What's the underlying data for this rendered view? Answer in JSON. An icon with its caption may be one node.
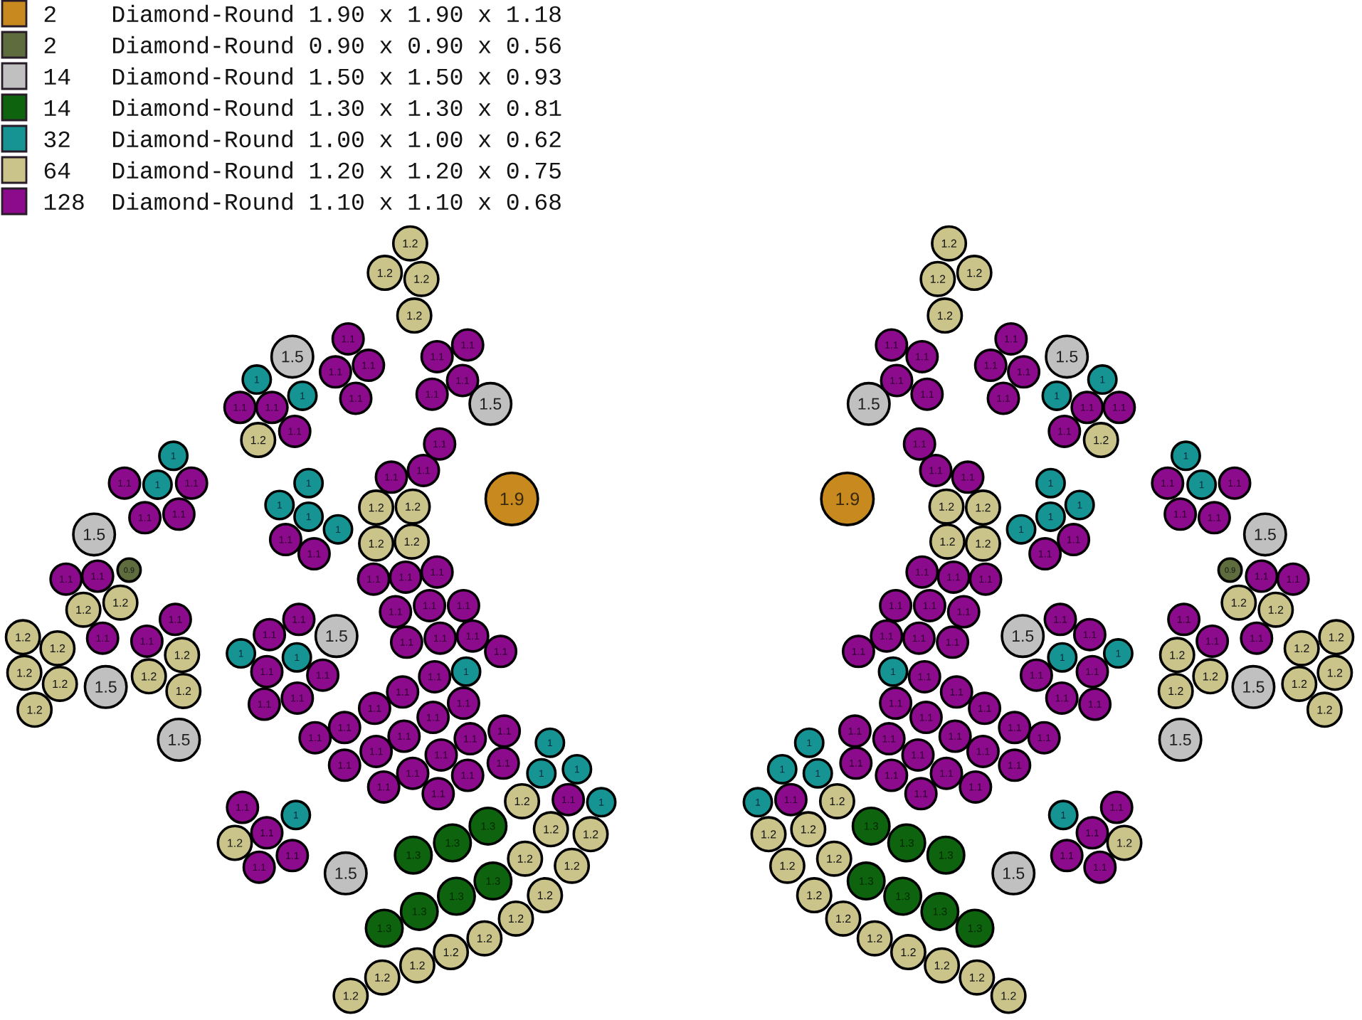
{
  "diagram": {
    "nodes": [
      {
        "text": [
          "1.9"
        ]
      },
      {
        "text": [
          "0.9"
        ]
      },
      {
        "text": [
          "1.5"
        ]
      },
      {
        "text": [
          "1.5"
        ]
      },
      {
        "text": [
          "1.5"
        ]
      },
      {
        "text": [
          "1.5"
        ]
      },
      {
        "text": [
          "1.5"
        ]
      },
      {
        "text": [
          "1.5"
        ]
      },
      {
        "text": [
          "1.5"
        ]
      },
      {
        "text": [
          "1.3"
        ]
      },
      {
        "text": [
          "1.3"
        ]
      },
      {
        "text": [
          "1.3"
        ]
      },
      {
        "text": [
          "1.3"
        ]
      },
      {
        "text": [
          "1.3"
        ]
      },
      {
        "text": [
          "1.3"
        ]
      },
      {
        "text": [
          "1.3"
        ]
      },
      {
        "text": [
          "1"
        ]
      },
      {
        "text": [
          "1"
        ]
      },
      {
        "text": [
          "1"
        ]
      },
      {
        "text": [
          "1"
        ]
      },
      {
        "text": [
          "1"
        ]
      },
      {
        "text": [
          "1"
        ]
      },
      {
        "text": [
          "1"
        ]
      },
      {
        "text": [
          "1"
        ]
      },
      {
        "text": [
          "1"
        ]
      },
      {
        "text": [
          "1"
        ]
      },
      {
        "text": [
          "1"
        ]
      },
      {
        "text": [
          "1"
        ]
      },
      {
        "text": [
          "1"
        ]
      },
      {
        "text": [
          "1"
        ]
      },
      {
        "text": [
          "1"
        ]
      },
      {
        "text": [
          "1"
        ]
      },
      {
        "text": [
          "1.2"
        ]
      },
      {
        "text": [
          "1.2"
        ]
      },
      {
        "text": [
          "1.2"
        ]
      },
      {
        "text": [
          "1.2"
        ]
      },
      {
        "text": [
          "1.2"
        ]
      },
      {
        "text": [
          "1.2"
        ]
      },
      {
        "text": [
          "1.2"
        ]
      },
      {
        "text": [
          "1.2"
        ]
      },
      {
        "text": [
          "1.2"
        ]
      },
      {
        "text": [
          "1.2"
        ]
      },
      {
        "text": [
          "1.2"
        ]
      },
      {
        "text": [
          "1.2"
        ]
      },
      {
        "text": [
          "1.2"
        ]
      },
      {
        "text": [
          "1.2"
        ]
      },
      {
        "text": [
          "1.2"
        ]
      },
      {
        "text": [
          "1.2"
        ]
      },
      {
        "text": [
          "1.2"
        ]
      },
      {
        "text": [
          "1.2"
        ]
      },
      {
        "text": [
          "1.2"
        ]
      },
      {
        "text": [
          "1.2"
        ]
      },
      {
        "text": [
          "1.2"
        ]
      },
      {
        "text": [
          "1.2"
        ]
      },
      {
        "text": [
          "1.2"
        ]
      },
      {
        "text": [
          "1.2"
        ]
      },
      {
        "text": [
          "1.2"
        ]
      },
      {
        "text": [
          "1.2"
        ]
      },
      {
        "text": [
          "1.2"
        ]
      },
      {
        "text": [
          "1.2"
        ]
      },
      {
        "text": [
          "1.2"
        ]
      },
      {
        "text": [
          "1.2"
        ]
      },
      {
        "text": [
          "1.2"
        ]
      },
      {
        "text": [
          "1.2"
        ]
      },
      {
        "text": [
          "1.1"
        ]
      },
      {
        "text": [
          "1.1"
        ]
      },
      {
        "text": [
          "1.1"
        ]
      },
      {
        "text": [
          "1.1"
        ]
      },
      {
        "text": [
          "1.1"
        ]
      },
      {
        "text": [
          "1.1"
        ]
      },
      {
        "text": [
          "1.1"
        ]
      },
      {
        "text": [
          "1.1"
        ]
      },
      {
        "text": [
          "1.1"
        ]
      },
      {
        "text": [
          "1.1"
        ]
      },
      {
        "text": [
          "1.1"
        ]
      },
      {
        "text": [
          "1.1"
        ]
      },
      {
        "text": [
          "1.1"
        ]
      },
      {
        "text": [
          "1.1"
        ]
      },
      {
        "text": [
          "1.1"
        ]
      },
      {
        "text": [
          "1.1"
        ]
      },
      {
        "text": [
          "1.1"
        ]
      },
      {
        "text": [
          "1.1"
        ]
      },
      {
        "text": [
          "1.1"
        ]
      },
      {
        "text": [
          "1.1"
        ]
      },
      {
        "text": [
          "1.1"
        ]
      },
      {
        "text": [
          "1.1"
        ]
      },
      {
        "text": [
          "1.1"
        ]
      },
      {
        "text": [
          "1.1"
        ]
      },
      {
        "text": [
          "1.1"
        ]
      },
      {
        "text": [
          "1.1"
        ]
      },
      {
        "text": [
          "1.1"
        ]
      },
      {
        "text": [
          "1.1"
        ]
      },
      {
        "text": [
          "1.1"
        ]
      },
      {
        "text": [
          "1.1"
        ]
      },
      {
        "text": [
          "1.1"
        ]
      },
      {
        "text": [
          "1.1"
        ]
      },
      {
        "text": [
          "1.1"
        ]
      },
      {
        "text": [
          "1.1"
        ]
      },
      {
        "text": [
          "1.1"
        ]
      },
      {
        "text": [
          "1.1"
        ]
      },
      {
        "text": [
          "1.1"
        ]
      },
      {
        "text": [
          "1.1"
        ]
      },
      {
        "text": [
          "1.1"
        ]
      },
      {
        "text": [
          "1.1"
        ]
      },
      {
        "text": [
          "1.1"
        ]
      },
      {
        "text": [
          "1.1"
        ]
      },
      {
        "text": [
          "1.1"
        ]
      },
      {
        "text": [
          "1.1"
        ]
      },
      {
        "text": [
          "1.1"
        ]
      },
      {
        "text": [
          "1.1"
        ]
      },
      {
        "text": [
          "1.1"
        ]
      },
      {
        "text": [
          "1.1"
        ]
      },
      {
        "text": [
          "1.1"
        ]
      },
      {
        "text": [
          "1.1"
        ]
      },
      {
        "text": [
          "1.1"
        ]
      },
      {
        "text": [
          "1.1"
        ]
      },
      {
        "text": [
          "1.1"
        ]
      },
      {
        "text": [
          "1.1"
        ]
      },
      {
        "text": [
          "1.1"
        ]
      },
      {
        "text": [
          "1.1"
        ]
      },
      {
        "text": [
          "1.1"
        ]
      },
      {
        "text": [
          "1.1"
        ]
      },
      {
        "text": [
          "1.1"
        ]
      },
      {
        "text": [
          "1.1"
        ]
      },
      {
        "text": [
          "1.1"
        ]
      },
      {
        "text": [
          "1.1"
        ]
      },
      {
        "text": [
          "1.1"
        ]
      },
      {
        "text": [
          "1.1"
        ]
      },
      {
        "text": [
          "1.9"
        ]
      },
      {
        "text": [
          "0.9"
        ]
      },
      {
        "text": [
          "1.5"
        ]
      },
      {
        "text": [
          "1.5"
        ]
      },
      {
        "text": [
          "1.5"
        ]
      },
      {
        "text": [
          "1.5"
        ]
      },
      {
        "text": [
          "1.5"
        ]
      },
      {
        "text": [
          "1.5"
        ]
      },
      {
        "text": [
          "1.5"
        ]
      },
      {
        "text": [
          "1.3"
        ]
      },
      {
        "text": [
          "1.3"
        ]
      },
      {
        "text": [
          "1.3"
        ]
      },
      {
        "text": [
          "1.3"
        ]
      },
      {
        "text": [
          "1.3"
        ]
      },
      {
        "text": [
          "1.3"
        ]
      },
      {
        "text": [
          "1.3"
        ]
      },
      {
        "text": [
          "1"
        ]
      },
      {
        "text": [
          "1"
        ]
      },
      {
        "text": [
          "1"
        ]
      },
      {
        "text": [
          "1"
        ]
      },
      {
        "text": [
          "1"
        ]
      },
      {
        "text": [
          "1"
        ]
      },
      {
        "text": [
          "1"
        ]
      },
      {
        "text": [
          "1"
        ]
      },
      {
        "text": [
          "1"
        ]
      },
      {
        "text": [
          "1"
        ]
      },
      {
        "text": [
          "1"
        ]
      },
      {
        "text": [
          "1"
        ]
      },
      {
        "text": [
          "1"
        ]
      },
      {
        "text": [
          "1"
        ]
      },
      {
        "text": [
          "1"
        ]
      },
      {
        "text": [
          "1"
        ]
      },
      {
        "text": [
          "1.2"
        ]
      },
      {
        "text": [
          "1.2"
        ]
      },
      {
        "text": [
          "1.2"
        ]
      },
      {
        "text": [
          "1.2"
        ]
      },
      {
        "text": [
          "1.2"
        ]
      },
      {
        "text": [
          "1.2"
        ]
      },
      {
        "text": [
          "1.2"
        ]
      },
      {
        "text": [
          "1.2"
        ]
      },
      {
        "text": [
          "1.2"
        ]
      },
      {
        "text": [
          "1.2"
        ]
      },
      {
        "text": [
          "1.2"
        ]
      },
      {
        "text": [
          "1.2"
        ]
      },
      {
        "text": [
          "1.2"
        ]
      },
      {
        "text": [
          "1.2"
        ]
      },
      {
        "text": [
          "1.2"
        ]
      },
      {
        "text": [
          "1.2"
        ]
      },
      {
        "text": [
          "1.2"
        ]
      },
      {
        "text": [
          "1.2"
        ]
      },
      {
        "text": [
          "1.2"
        ]
      },
      {
        "text": [
          "1.2"
        ]
      },
      {
        "text": [
          "1.2"
        ]
      },
      {
        "text": [
          "1.2"
        ]
      },
      {
        "text": [
          "1.2"
        ]
      },
      {
        "text": [
          "1.2"
        ]
      },
      {
        "text": [
          "1.2"
        ]
      },
      {
        "text": [
          "1.2"
        ]
      },
      {
        "text": [
          "1.2"
        ]
      },
      {
        "text": [
          "1.2"
        ]
      },
      {
        "text": [
          "1.2"
        ]
      },
      {
        "text": [
          "1.2"
        ]
      },
      {
        "text": [
          "1.2"
        ]
      },
      {
        "text": [
          "1.2"
        ]
      },
      {
        "text": [
          "1.1"
        ]
      },
      {
        "text": [
          "1.1"
        ]
      },
      {
        "text": [
          "1.1"
        ]
      },
      {
        "text": [
          "1.1"
        ]
      },
      {
        "text": [
          "1.1"
        ]
      },
      {
        "text": [
          "1.1"
        ]
      },
      {
        "text": [
          "1.1"
        ]
      },
      {
        "text": [
          "1.1"
        ]
      },
      {
        "text": [
          "1.1"
        ]
      },
      {
        "text": [
          "1.1"
        ]
      },
      {
        "text": [
          "1.1"
        ]
      },
      {
        "text": [
          "1.1"
        ]
      },
      {
        "text": [
          "1.1"
        ]
      },
      {
        "text": [
          "1.1"
        ]
      },
      {
        "text": [
          "1.1"
        ]
      },
      {
        "text": [
          "1.1"
        ]
      },
      {
        "text": [
          "1.1"
        ]
      },
      {
        "text": [
          "1.1"
        ]
      },
      {
        "text": [
          "1.1"
        ]
      },
      {
        "text": [
          "1.1"
        ]
      },
      {
        "text": [
          "1.1"
        ]
      },
      {
        "text": [
          "1.1"
        ]
      },
      {
        "text": [
          "1.1"
        ]
      },
      {
        "text": [
          "1.1"
        ]
      },
      {
        "text": [
          "1.1"
        ]
      },
      {
        "text": [
          "1.1"
        ]
      },
      {
        "text": [
          "1.1"
        ]
      },
      {
        "text": [
          "1.1"
        ]
      },
      {
        "text": [
          "1.1"
        ]
      },
      {
        "text": [
          "1.1"
        ]
      },
      {
        "text": [
          "1.1"
        ]
      },
      {
        "text": [
          "1.1"
        ]
      },
      {
        "text": [
          "1.1"
        ]
      },
      {
        "text": [
          "1.1"
        ]
      },
      {
        "text": [
          "1.1"
        ]
      },
      {
        "text": [
          "1.1"
        ]
      },
      {
        "text": [
          "1.1"
        ]
      },
      {
        "text": [
          "1.1"
        ]
      },
      {
        "text": [
          "1.1"
        ]
      },
      {
        "text": [
          "1.1"
        ]
      },
      {
        "text": [
          "1.1"
        ]
      },
      {
        "text": [
          "1.1"
        ]
      },
      {
        "text": [
          "1.1"
        ]
      },
      {
        "text": [
          "1.1"
        ]
      },
      {
        "text": [
          "1.1"
        ]
      },
      {
        "text": [
          "1.1"
        ]
      },
      {
        "text": [
          "1.1"
        ]
      },
      {
        "text": [
          "1.1"
        ]
      },
      {
        "text": [
          "1.1"
        ]
      },
      {
        "text": [
          "1.1"
        ]
      },
      {
        "text": [
          "1.1"
        ]
      },
      {
        "text": [
          "1.1"
        ]
      },
      {
        "text": [
          "1.1"
        ]
      },
      {
        "text": [
          "1.1"
        ]
      },
      {
        "text": [
          "1.1"
        ]
      },
      {
        "text": [
          "1.1"
        ]
      },
      {
        "text": [
          "1.1"
        ]
      },
      {
        "text": [
          "1.1"
        ]
      },
      {
        "text": [
          "1.1"
        ]
      },
      {
        "text": [
          "1.1"
        ]
      },
      {
        "text": [
          "1.1"
        ]
      },
      {
        "text": [
          "1.1"
        ]
      },
      {
        "text": [
          "1.1"
        ]
      },
      {
        "text": [
          "1.1"
        ]
      }
    ],
    "legend": [
      {
        "text": "2 Diamond-Round 1.90 x 1.90 x 1.18",
        "color": "#c8891e"
      },
      {
        "text": "2 Diamond-Round 0.90 x 0.90 x 0.56",
        "color": "#5f6d3e"
      },
      {
        "text": "14 Diamond-Round 1.50 x 1.50 x 0.93",
        "color": "#c0c0c0"
      },
      {
        "text": "14 Diamond-Round 1.30 x 1.30 x 0.81",
        "color": "#0e640e"
      },
      {
        "text": "32 Diamond-Round 1.00 x 1.00 x 0.62",
        "color": "#169494"
      },
      {
        "text": "64 Diamond-Round 1.20 x 1.20 x 0.75",
        "color": "#cbc48a"
      },
      {
        "text": "128 Diamond-Round 1.10 x 1.10 x 0.68",
        "color": "#8c0a8c"
      }
    ]
  }
}
